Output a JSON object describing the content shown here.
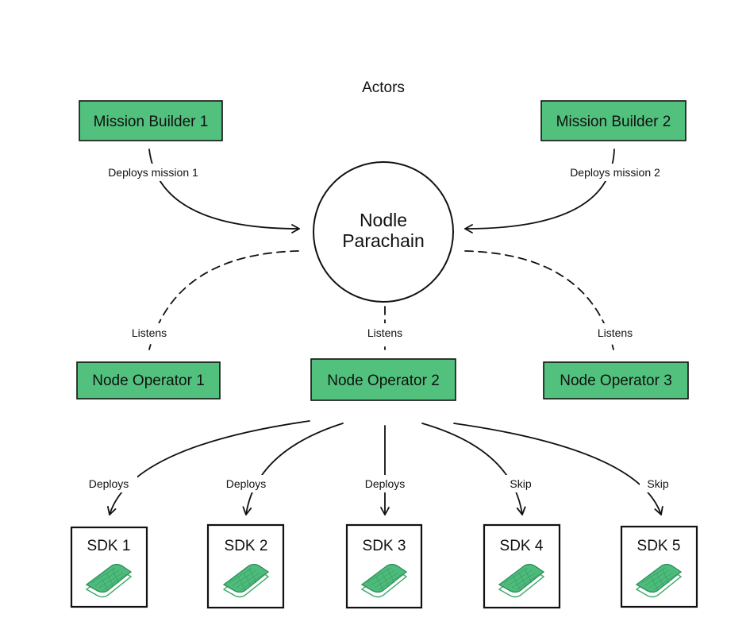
{
  "title": "Actors",
  "hub": {
    "line1": "Nodle",
    "line2": "Parachain"
  },
  "mission_builders": [
    {
      "label": "Mission Builder 1",
      "edge_label": "Deploys mission 1"
    },
    {
      "label": "Mission Builder 2",
      "edge_label": "Deploys mission 2"
    }
  ],
  "node_operators": [
    {
      "label": "Node Operator 1",
      "edge_label": "Listens"
    },
    {
      "label": "Node Operator 2",
      "edge_label": "Listens"
    },
    {
      "label": "Node Operator 3",
      "edge_label": "Listens"
    }
  ],
  "sdks": [
    {
      "label": "SDK 1",
      "edge_label": "Deploys",
      "icon": "phone-icon"
    },
    {
      "label": "SDK 2",
      "edge_label": "Deploys",
      "icon": "phone-icon"
    },
    {
      "label": "SDK 3",
      "edge_label": "Deploys",
      "icon": "phone-icon"
    },
    {
      "label": "SDK 4",
      "edge_label": "Skip",
      "icon": "phone-icon"
    },
    {
      "label": "SDK 5",
      "edge_label": "Skip",
      "icon": "phone-icon"
    }
  ],
  "colors": {
    "box_fill": "#52c17e",
    "phone": "#4dbb7b",
    "stroke": "#111111"
  }
}
